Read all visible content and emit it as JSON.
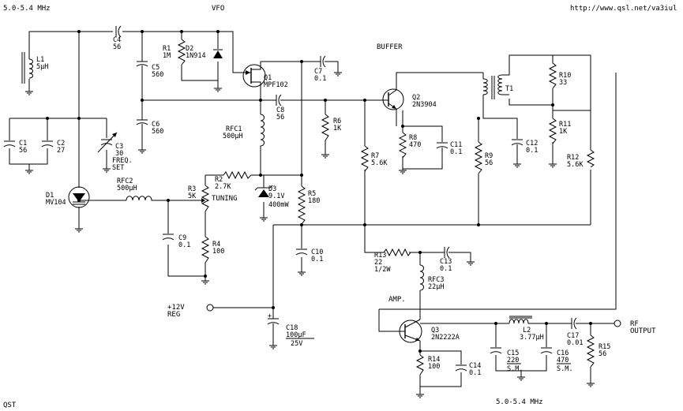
{
  "header": {
    "freq_top": "5.0-5.4 MHz",
    "vfo": "VFO",
    "url": "http://www.qsl.net/va3iul",
    "buffer": "BUFFER",
    "amp": "AMP.",
    "source": "QST",
    "freq_bottom": "5.0-5.4 MHz",
    "tuning": "TUNING",
    "freq_set": "SET",
    "freq_set_prefix": "FREQ.",
    "supply": "+12V",
    "supply_sub": "REG",
    "rf_output_1": "RF",
    "rf_output_2": "OUTPUT"
  },
  "components": {
    "L1": {
      "ref": "L1",
      "value": "5µH"
    },
    "C1": {
      "ref": "C1",
      "value": "56"
    },
    "C2": {
      "ref": "C2",
      "value": "27"
    },
    "C3": {
      "ref": "C3",
      "value": "30"
    },
    "C4": {
      "ref": "C4",
      "value": "56"
    },
    "R1": {
      "ref": "R1",
      "value": "1M"
    },
    "D2": {
      "ref": "D2",
      "value": "1N914"
    },
    "C5": {
      "ref": "C5",
      "value": "560"
    },
    "C6": {
      "ref": "C6",
      "value": "560"
    },
    "Q1": {
      "ref": "Q1",
      "value": "MPF102"
    },
    "C7": {
      "ref": "C7",
      "value": "0.1"
    },
    "C8": {
      "ref": "C8",
      "value": "56"
    },
    "RFC1": {
      "ref": "RFC1",
      "value": "500µH"
    },
    "R6": {
      "ref": "R6",
      "value": "1K"
    },
    "D1": {
      "ref": "D1",
      "value": "MV104"
    },
    "RFC2": {
      "ref": "RFC2",
      "value": "500µH"
    },
    "R2": {
      "ref": "R2",
      "value": "2.7K"
    },
    "R3": {
      "ref": "R3",
      "value": "5K"
    },
    "D3": {
      "ref": "D3",
      "value": "9.1V"
    },
    "D3_power": {
      "value": "400mW"
    },
    "R5": {
      "ref": "R5",
      "value": "180"
    },
    "C9": {
      "ref": "C9",
      "value": "0.1"
    },
    "R4": {
      "ref": "R4",
      "value": "100"
    },
    "C10": {
      "ref": "C10",
      "value": "0.1"
    },
    "Q2": {
      "ref": "Q2",
      "value": "2N3904"
    },
    "R8": {
      "ref": "R8",
      "value": "470"
    },
    "C11": {
      "ref": "C11",
      "value": "0.1"
    },
    "R7": {
      "ref": "R7",
      "value": "5.6K"
    },
    "T1": {
      "ref": "T1"
    },
    "R9": {
      "ref": "R9",
      "value": "56"
    },
    "C12": {
      "ref": "C12",
      "value": "0.1"
    },
    "R10": {
      "ref": "R10",
      "value": "33"
    },
    "R11": {
      "ref": "R11",
      "value": "1K"
    },
    "R12": {
      "ref": "R12",
      "value": "5.6K"
    },
    "R13": {
      "ref": "R13",
      "value": "22",
      "power": "1/2W"
    },
    "C13": {
      "ref": "C13",
      "value": "0.1"
    },
    "RFC3": {
      "ref": "RFC3",
      "value": "22µH"
    },
    "C18": {
      "ref": "C18",
      "value": "100µF",
      "voltage": "25V"
    },
    "Q3": {
      "ref": "Q3",
      "value": "2N2222A"
    },
    "R14": {
      "ref": "R14",
      "value": "100"
    },
    "C14": {
      "ref": "C14",
      "value": "0.1"
    },
    "L2": {
      "ref": "L2",
      "value": "3.77µH"
    },
    "C15": {
      "ref": "C15",
      "value": "220",
      "note": "S.M."
    },
    "C16": {
      "ref": "C16",
      "value": "470",
      "note": "S.M."
    },
    "C17": {
      "ref": "C17",
      "value": "0.01"
    },
    "R15": {
      "ref": "R15",
      "value": "56"
    }
  }
}
